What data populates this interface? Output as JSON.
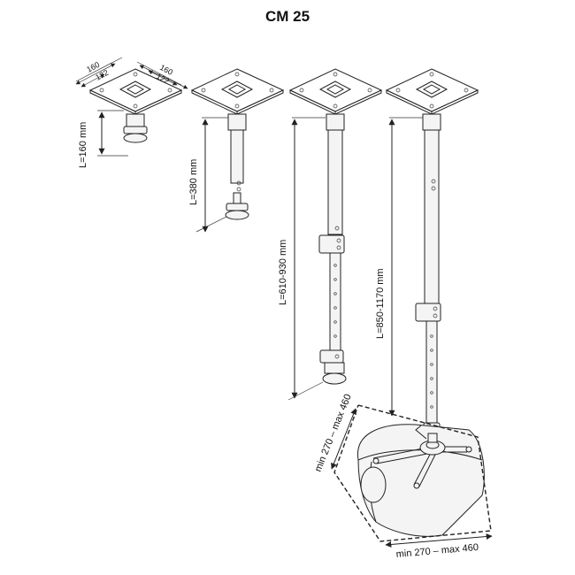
{
  "title": "CM 25",
  "top_view": {
    "outer_a": "160",
    "inner_a": "122",
    "outer_b": "160",
    "inner_b": "122"
  },
  "lengths": [
    "L=160 mm",
    "L=380 mm",
    "L=610-930 mm",
    "L=850-1170 mm"
  ],
  "projector_dims": {
    "side": "min 270 – max 460",
    "bottom": "min 270 – max 460"
  }
}
